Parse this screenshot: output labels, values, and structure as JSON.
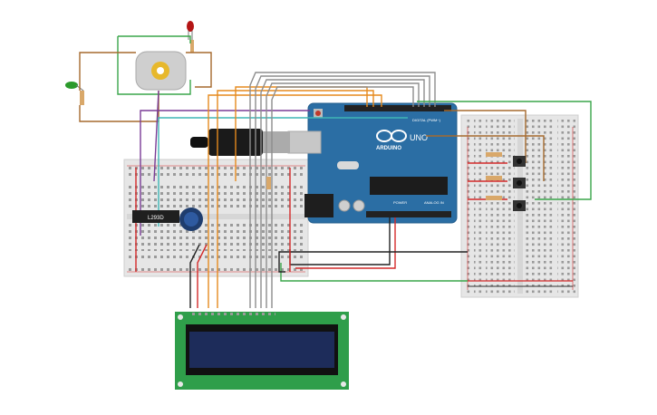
{
  "canvas": {
    "background": "#ffffff"
  },
  "arduino": {
    "brand": "ARDUINO",
    "model": "UNO",
    "digital_label": "DIGITAL (PWM~)",
    "power_label": "POWER",
    "analog_label": "ANALOG IN",
    "board_color": "#2b6ea4"
  },
  "ic": {
    "label": "L293D"
  },
  "colors": {
    "wire_green": "#3aa64a",
    "wire_brown": "#a56a2e",
    "wire_purple": "#7a3c96",
    "wire_teal": "#3fb5b5",
    "wire_orange": "#e58a1e",
    "wire_gray": "#8d8d8d",
    "wire_red": "#d42a2a",
    "wire_black": "#222222",
    "lcd_pcb": "#2f9e4a",
    "lcd_screen": "#1d2c5a",
    "breadboard": "#e4e4e4"
  }
}
